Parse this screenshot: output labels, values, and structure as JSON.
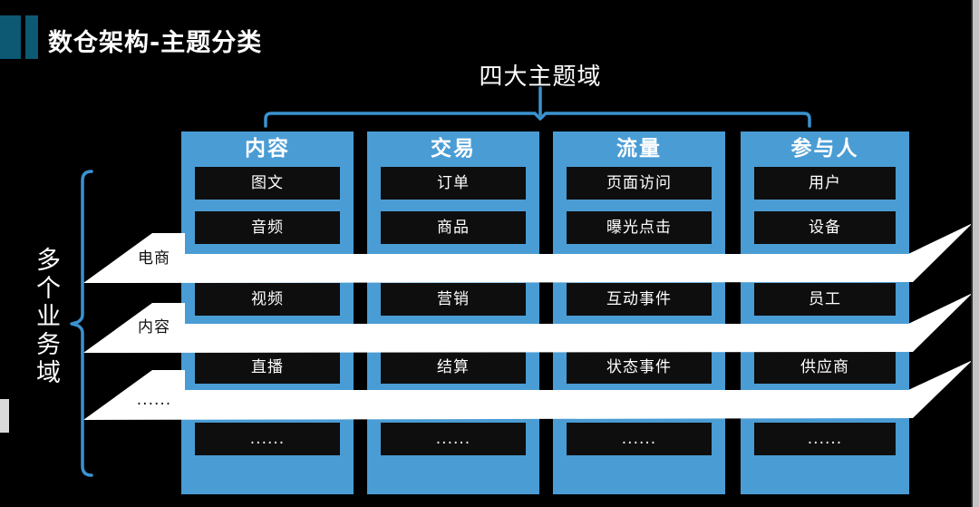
{
  "title": "数仓架构-主题分类",
  "top_group": {
    "label": "四大主题域"
  },
  "left_group": {
    "label": "多个业务域"
  },
  "columns": [
    {
      "header": "内容",
      "items": [
        "图文",
        "音频",
        "视频",
        "直播",
        "......"
      ]
    },
    {
      "header": "交易",
      "items": [
        "订单",
        "商品",
        "营销",
        "结算",
        "......"
      ]
    },
    {
      "header": "流量",
      "items": [
        "页面访问",
        "曝光点击",
        "互动事件",
        "状态事件",
        "......"
      ]
    },
    {
      "header": "参与人",
      "items": [
        "用户",
        "设备",
        "员工",
        "供应商",
        "......"
      ]
    }
  ],
  "bands": [
    {
      "label": "电商"
    },
    {
      "label": "内容"
    },
    {
      "label": "......"
    }
  ],
  "colors": {
    "background": "#000000",
    "column_blue": "#4a9cd4",
    "line_blue": "#3b92d0",
    "teal_accent": "#0d5872",
    "band_white": "#ffffff",
    "box_black": "#0e0e0e",
    "side_strip": "#c3c3c3"
  }
}
